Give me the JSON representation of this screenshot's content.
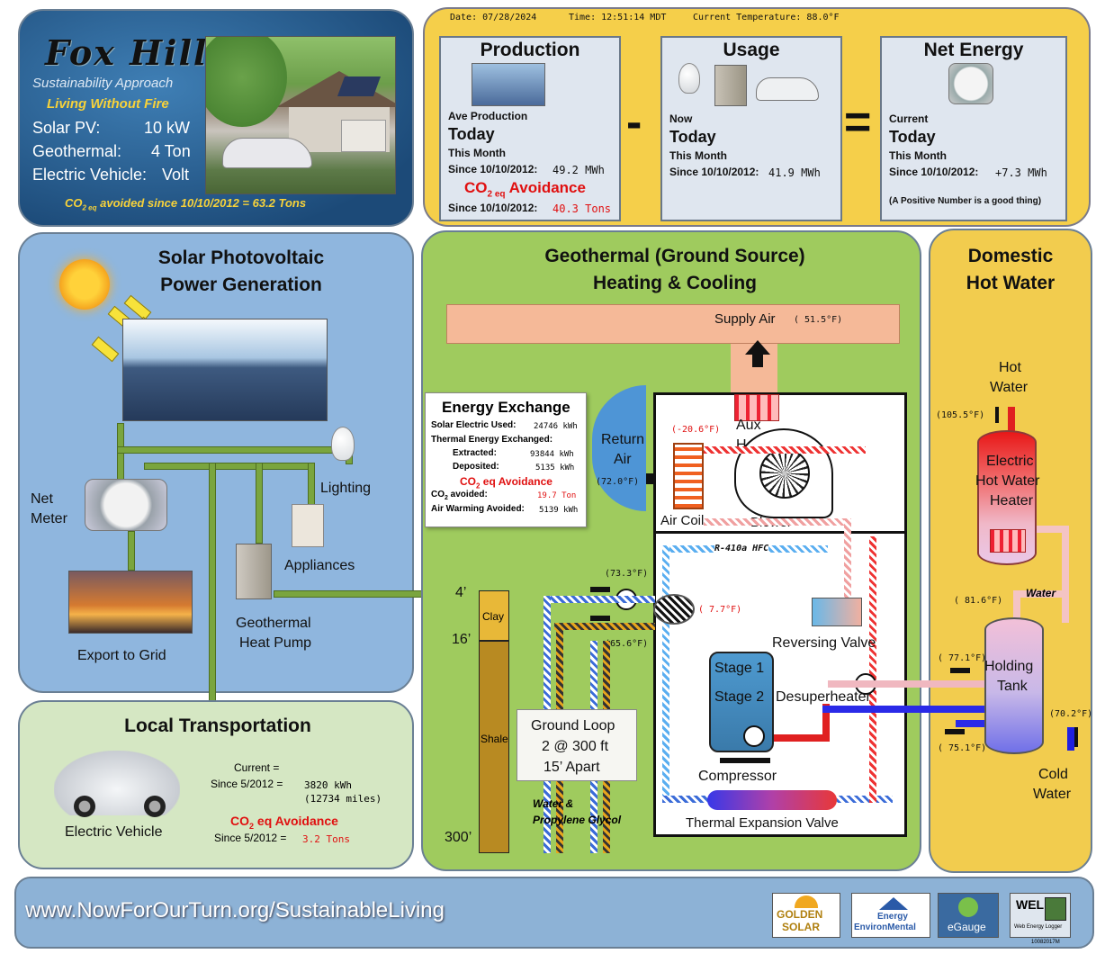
{
  "colors": {
    "fox_bg": "#1c4a78",
    "header_bg": "#f5cf4a",
    "solar_bg": "#8fb6de",
    "geo_bg": "#9fcb5e",
    "dhw_bg": "#f2cc4e",
    "transport_bg": "#d5e7c3",
    "footer_bg": "#8db2d6",
    "accent_red": "#e01010",
    "accent_yellow": "#f7d23a"
  },
  "fox_hill": {
    "title": "Fox Hill",
    "subtitle": "Sustainability Approach",
    "tagline": "Living Without Fire",
    "solar_label": "Solar PV:",
    "solar_value": "10 kW",
    "geo_label": "Geothermal:",
    "geo_value": "4 Ton",
    "ev_label": "Electric Vehicle:",
    "ev_value": "Volt",
    "co2_prefix": "CO",
    "co2_sub": "2 eq",
    "co2_text": "avoided since 10/10/2012 =  63.2 Tons"
  },
  "header": {
    "date": "Date: 07/28/2024",
    "time": "Time: 12:51:14 MDT",
    "temperature": "Current Temperature: 88.0°F"
  },
  "production": {
    "title": "Production",
    "ave": "Ave Production",
    "today": "Today",
    "month": "This Month",
    "since": "Since 10/10/2012:",
    "since_value": "49.2 MWh",
    "co2_title": "CO",
    "co2_sub": "2 eq",
    "co2_word": "Avoidance",
    "co2_since": "Since 10/10/2012:",
    "co2_value": "40.3 Tons"
  },
  "usage": {
    "title": "Usage",
    "now": "Now",
    "today": "Today",
    "month": "This Month",
    "since": "Since 10/10/2012:",
    "since_value": "41.9 MWh"
  },
  "net_energy": {
    "title": "Net Energy",
    "current": "Current",
    "today": "Today",
    "month": "This Month",
    "since": "Since 10/10/2012:",
    "since_value": "+7.3 MWh",
    "note": "(A Positive Number is a good thing)"
  },
  "operators": {
    "minus": "-",
    "equals": "="
  },
  "solar": {
    "title_1": "Solar Photovoltaic",
    "title_2": "Power Generation",
    "net_meter": "Net\nMeter",
    "net_meter_1": "Net",
    "net_meter_2": "Meter",
    "lighting": "Lighting",
    "appliances": "Appliances",
    "export": "Export to Grid",
    "geo_hp_1": "Geothermal",
    "geo_hp_2": "Heat Pump"
  },
  "transport": {
    "title": "Local Transportation",
    "current": "Current  =",
    "since_label": "Since 5/2012 =",
    "since_value": "3820 kWh",
    "miles": "(12734 miles)",
    "co2_title": "CO",
    "co2_sub": "2",
    "co2_word": "eq Avoidance",
    "co2_since": "Since 5/2012 =",
    "co2_value": "3.2 Tons",
    "ev_label": "Electric Vehicle"
  },
  "geothermal": {
    "title_1": "Geothermal (Ground Source)",
    "title_2": "Heating & Cooling",
    "supply_air": "Supply Air",
    "supply_air_temp": "( 51.5°F)",
    "return_air_1": "Return",
    "return_air_2": "Air",
    "return_air_temp": "(72.0°F)",
    "aux_1": "Aux",
    "aux_2": "Heat",
    "coil_temp": "(-20.6°F)",
    "air_coil": "Air Coil",
    "blower": "Blower",
    "refrigerant": "R-410a HFC",
    "reversing_valve": "Reversing Valve",
    "stage1": "Stage 1",
    "stage2": "Stage 2",
    "desuperheater": "Desuperheater",
    "compressor": "Compressor",
    "tev": "Thermal Expansion Valve",
    "loop_out_temp": "(73.3°F)",
    "loop_in_temp": "(65.6°F)",
    "ref_temp": "( 7.7°F)",
    "depth_4": "4’",
    "depth_16": "16’",
    "depth_300": "300’",
    "clay": "Clay",
    "shale": "Shale",
    "loop_1": "Ground Loop",
    "loop_2": "2 @ 300 ft",
    "loop_3": "15’ Apart",
    "fluid_1": "Water &",
    "fluid_2": "Propylene Glycol"
  },
  "energy_exchange": {
    "title": "Energy Exchange",
    "solar_label": "Solar Electric Used:",
    "solar_value": "24746 kWh",
    "thermal_label": "Thermal Energy Exchanged:",
    "extracted_label": "Extracted:",
    "extracted_value": "93844 kWh",
    "deposited_label": "Deposited:",
    "deposited_value": "5135 kWh",
    "co2_title": "CO",
    "co2_sub": "2",
    "co2_word": "eq Avoidance",
    "co2_label": "CO",
    "co2_label_sub": "2",
    "co2_label_rest": " avoided:",
    "co2_value": "19.7 Ton",
    "air_label": "Air Warming Avoided:",
    "air_value": "5139 kWh"
  },
  "dhw": {
    "title_1": "Domestic",
    "title_2": "Hot Water",
    "hot_1": "Hot",
    "hot_2": "Water",
    "hot_temp": "(105.5°F)",
    "heater_1": "Electric",
    "heater_2": "Hot Water",
    "heater_3": "Heater",
    "tank_temp": "( 81.6°F)",
    "water": "Water",
    "holding_1": "Holding",
    "holding_2": "Tank",
    "in_temp": "( 77.1°F)",
    "out_temp": "( 75.1°F)",
    "cold_temp": "(70.2°F)",
    "cold_1": "Cold",
    "cold_2": "Water"
  },
  "footer": {
    "url": "www.NowForOurTurn.org/SustainableLiving",
    "logo_golden_1": "GOLDEN",
    "logo_golden_2": "SOLAR",
    "logo_energy_1": "Energy",
    "logo_energy_2": "EnvironMental",
    "logo_egauge": "eGauge",
    "logo_wel": "WEL",
    "logo_wel_sub": "Web Energy Logger",
    "version": "10082017M"
  }
}
